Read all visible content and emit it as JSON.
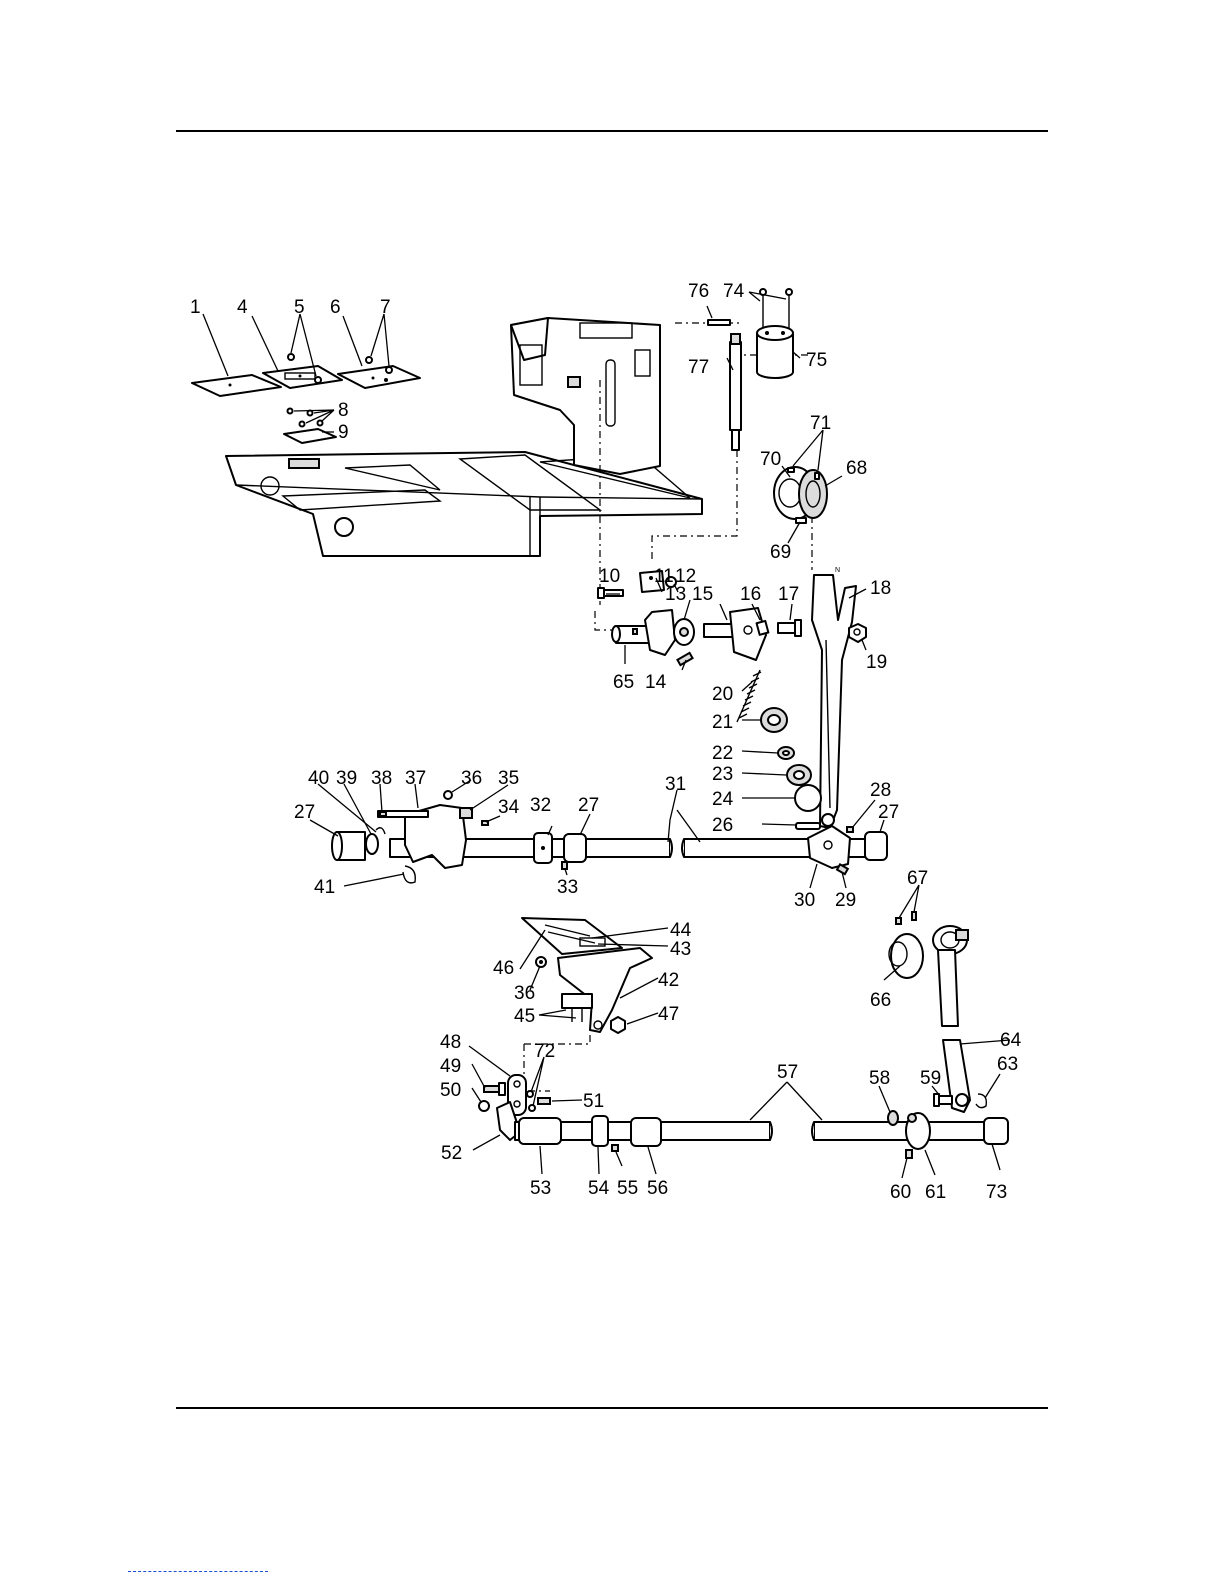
{
  "diagram": {
    "labels": [
      "1",
      "4",
      "5",
      "6",
      "7",
      "8",
      "9",
      "10",
      "11",
      "12",
      "13",
      "14",
      "15",
      "16",
      "17",
      "18",
      "19",
      "20",
      "21",
      "22",
      "23",
      "24",
      "26",
      "27",
      "27",
      "27",
      "28",
      "29",
      "30",
      "31",
      "32",
      "33",
      "34",
      "35",
      "36",
      "36",
      "37",
      "38",
      "39",
      "40",
      "41",
      "42",
      "43",
      "44",
      "45",
      "46",
      "47",
      "48",
      "49",
      "50",
      "51",
      "52",
      "53",
      "54",
      "55",
      "56",
      "57",
      "58",
      "59",
      "60",
      "61",
      "63",
      "64",
      "65",
      "66",
      "67",
      "68",
      "69",
      "70",
      "71",
      "72",
      "73",
      "74",
      "75",
      "76",
      "77"
    ]
  }
}
